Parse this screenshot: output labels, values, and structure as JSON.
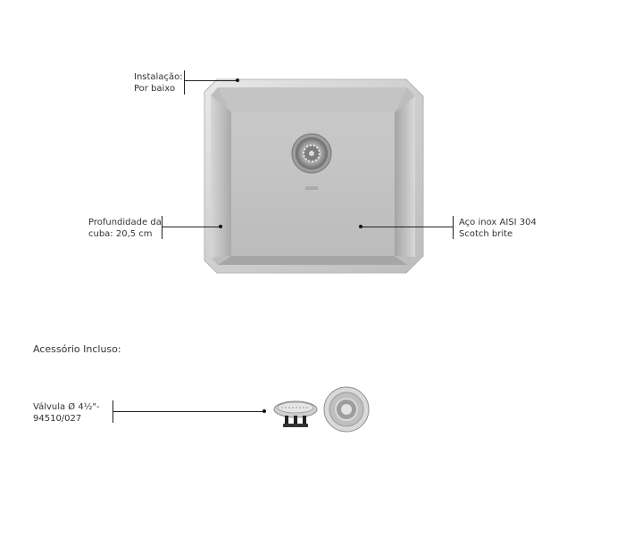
{
  "sink": {
    "installation_label_line1": "Instalação:",
    "installation_label_line2": "Por baixo",
    "depth_label_line1": "Profundidade da",
    "depth_label_line2": "cuba: 20,5 cm",
    "material_label_line1": "Aço inox AISI 304",
    "material_label_line2": "Scotch brite"
  },
  "accessories": {
    "heading": "Acessório Incluso:",
    "valve_label_line1": "Válvula  Ø 4½\"-",
    "valve_label_line2": "94510/027"
  }
}
